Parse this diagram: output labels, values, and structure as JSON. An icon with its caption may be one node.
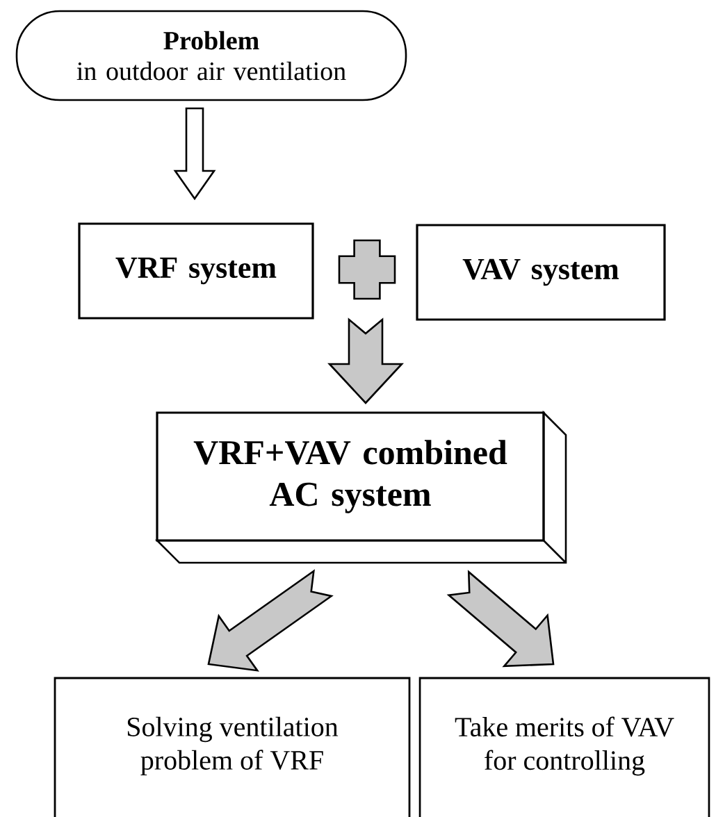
{
  "diagram": {
    "nodes": [
      {
        "text": [
          "Problem",
          "in outdoor air ventilation"
        ]
      },
      {
        "text": [
          "VRF system"
        ]
      },
      {
        "text": [
          "VAV system"
        ]
      },
      {
        "text": [],
        "shape": "cross"
      },
      {
        "text": [
          "VRF+VAV combined AC system"
        ]
      },
      {
        "text": [
          "Solving ventilation problem of VRF"
        ]
      },
      {
        "text": [
          "Take merits of VAV for controlling"
        ]
      }
    ],
    "edges": [
      {
        "from": 0,
        "to": 1,
        "arrow": "to",
        "color": "#ffffff"
      },
      {
        "from": 3,
        "to": 4,
        "arrow": "to"
      },
      {
        "from": 4,
        "to": 5,
        "arrow": "to"
      },
      {
        "from": 4,
        "to": 6,
        "arrow": "to"
      }
    ]
  }
}
